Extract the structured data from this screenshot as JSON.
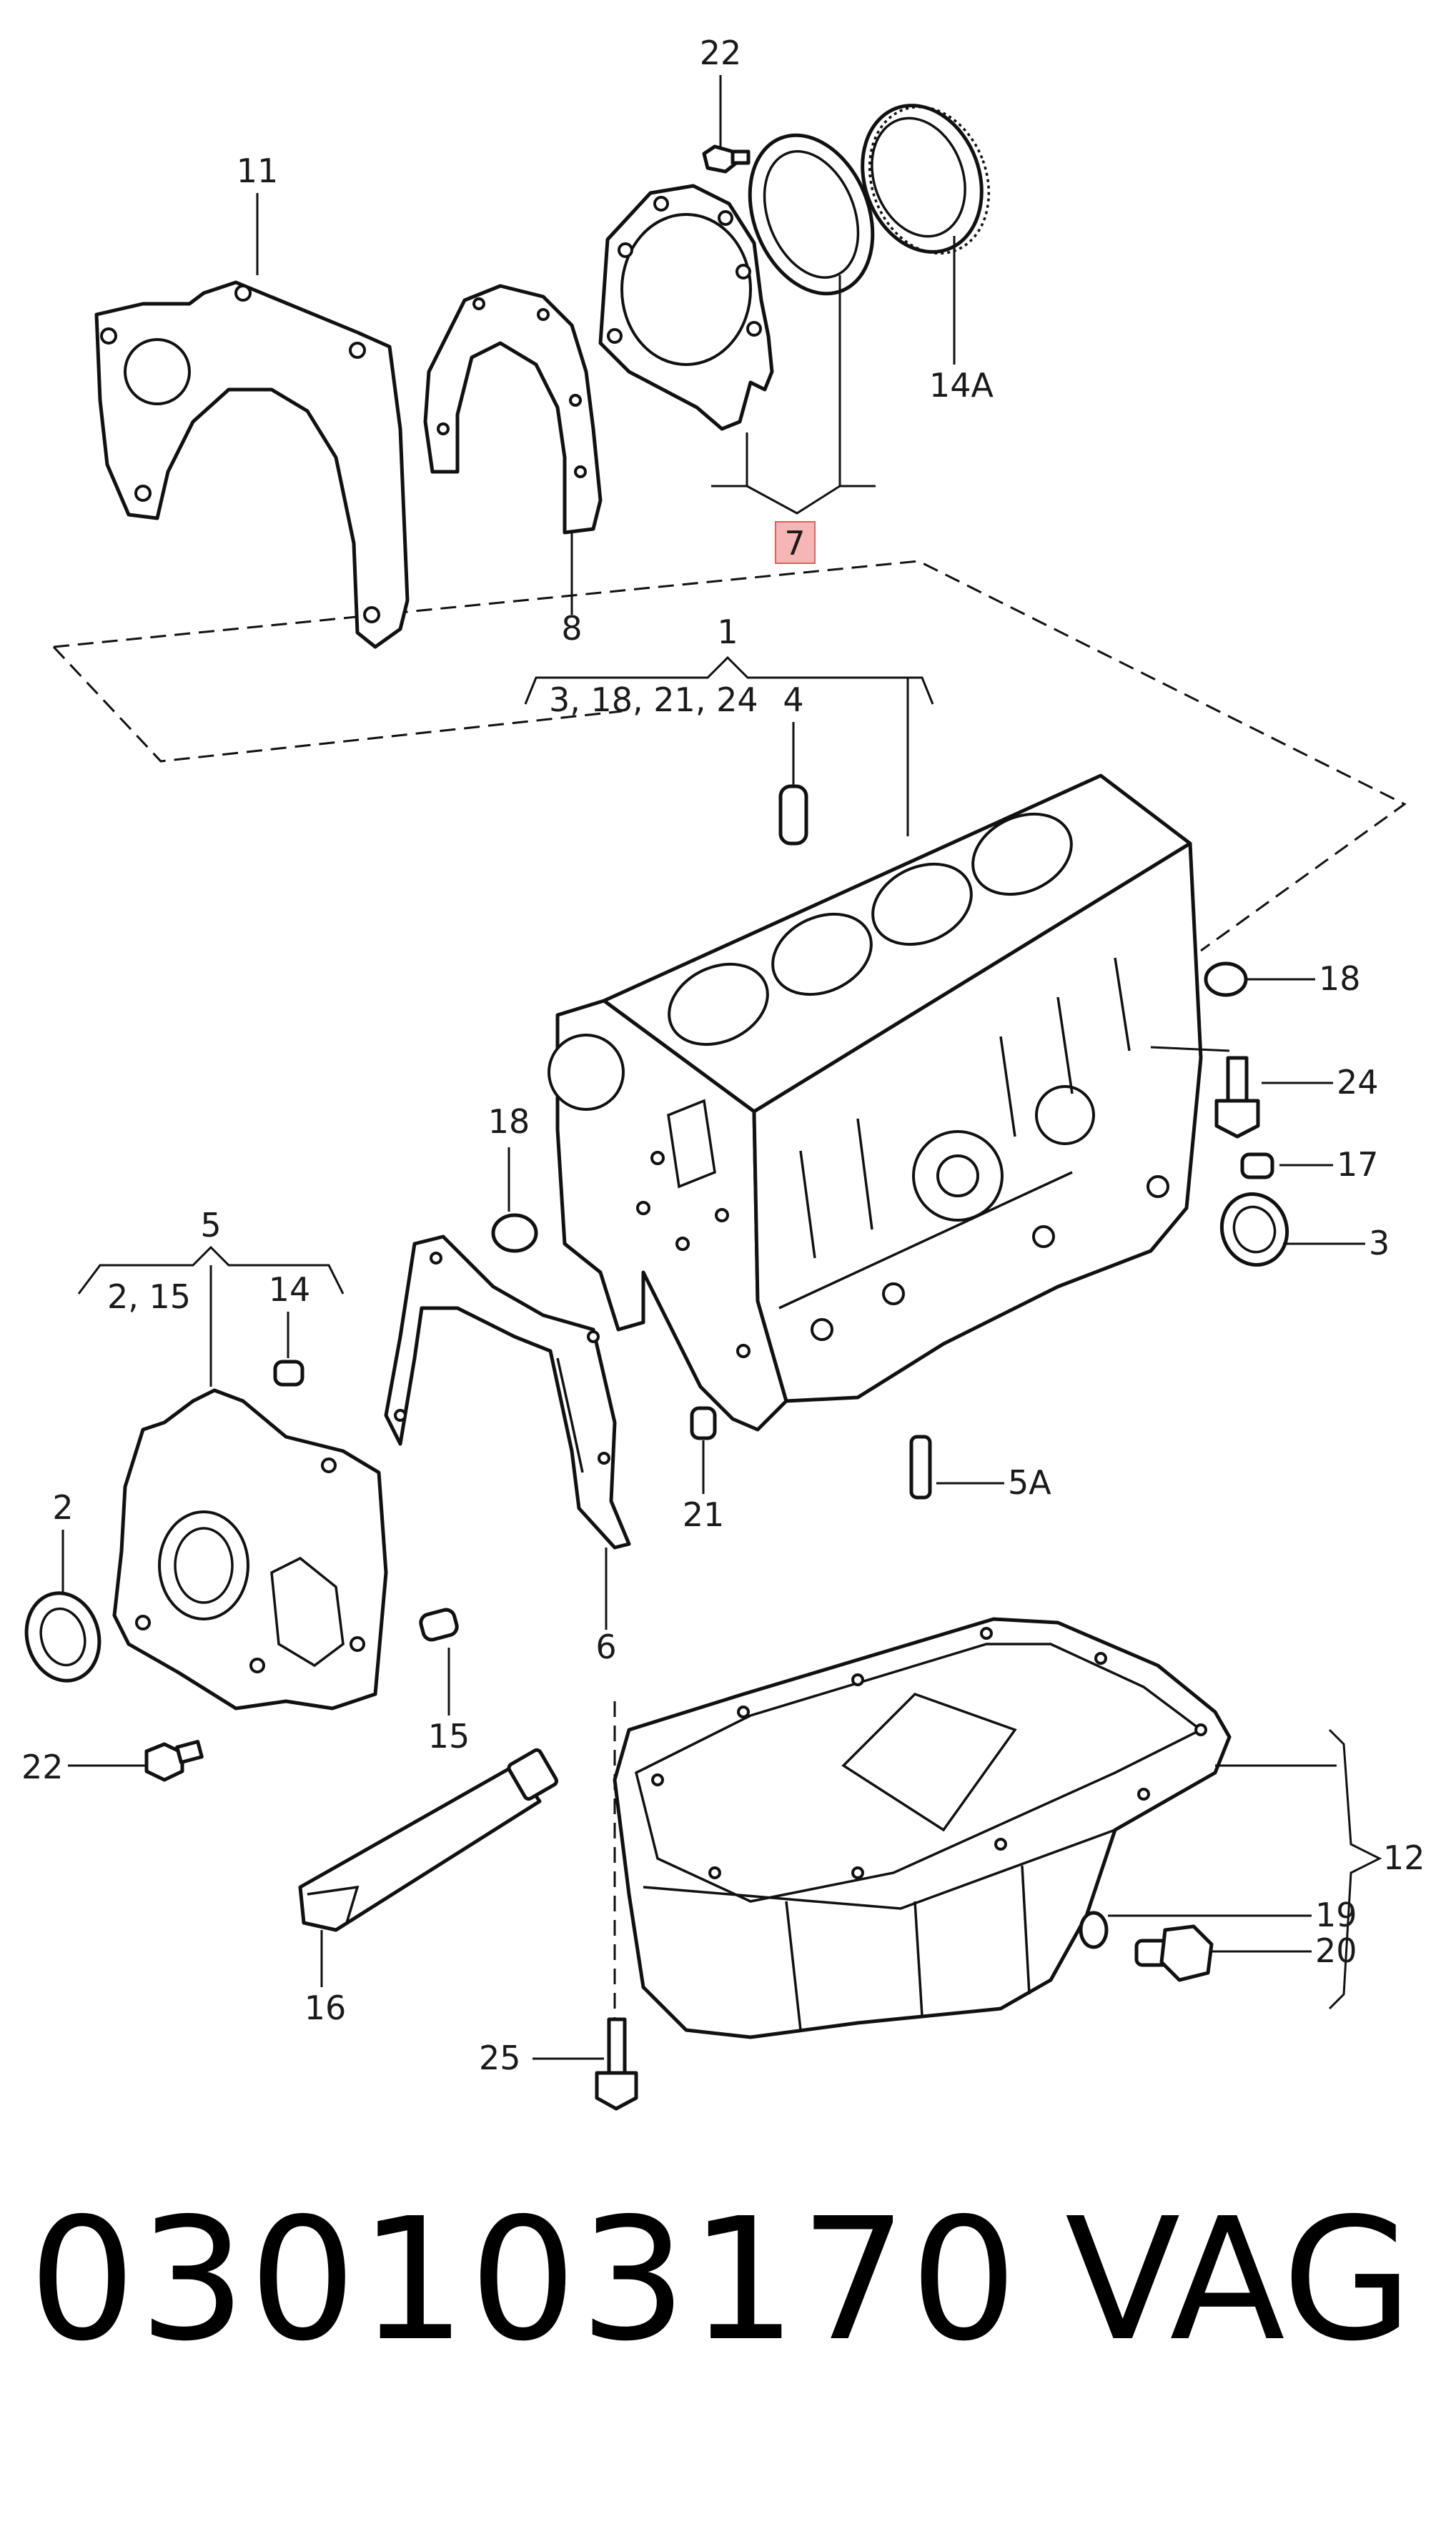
{
  "labels": {
    "l1": "1",
    "l1_sub": "3, 18, 21, 24",
    "l2": "2",
    "l3": "3",
    "l4": "4",
    "l5": "5",
    "l5_sub": "2, 15",
    "l5a": "5A",
    "l6": "6",
    "l7": "7",
    "l8": "8",
    "l11": "11",
    "l12": "12",
    "l14": "14",
    "l14a": "14A",
    "l15": "15",
    "l16": "16",
    "l17": "17",
    "l18_right": "18",
    "l18_left": "18",
    "l19": "19",
    "l20": "20",
    "l21": "21",
    "l22_top": "22",
    "l22_left": "22",
    "l24": "24",
    "l25": "25"
  },
  "footer": {
    "part_number": "030103170",
    "brand": "VAG"
  },
  "highlight_color": "#f6b6b6"
}
